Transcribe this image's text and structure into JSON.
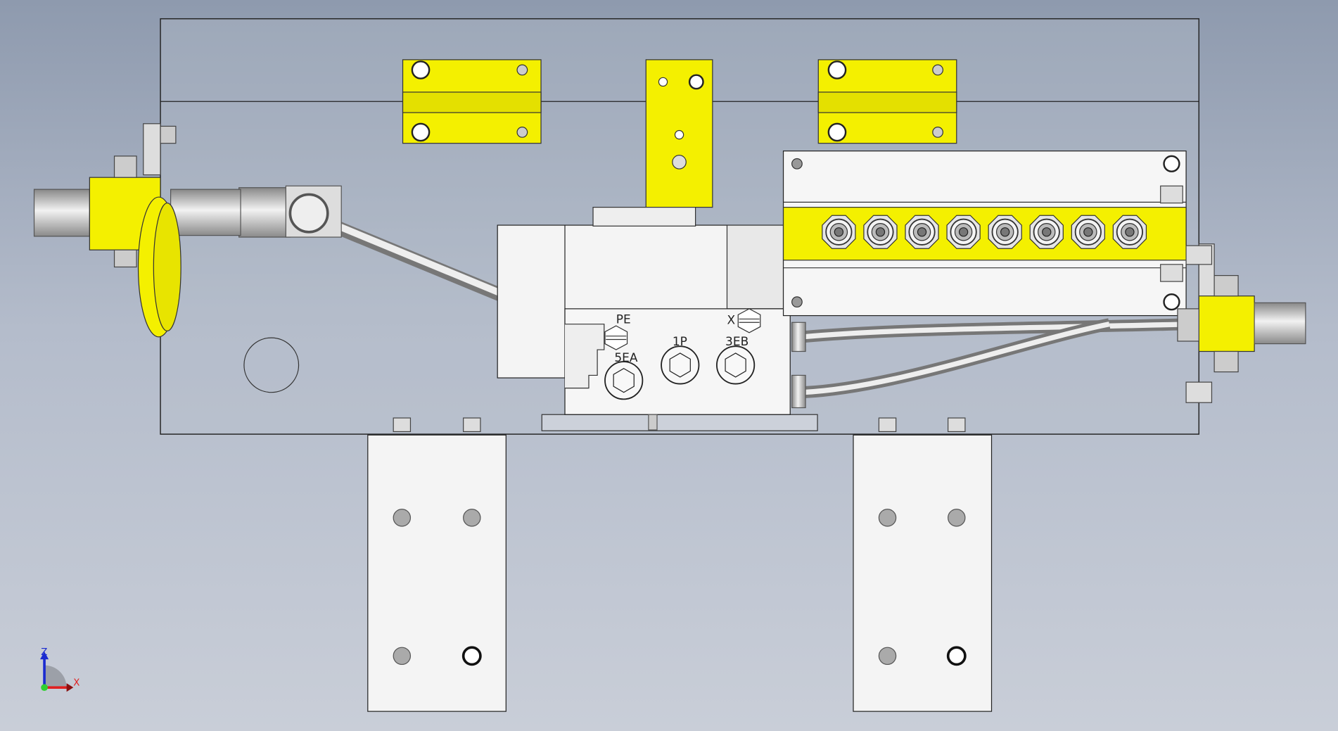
{
  "port_labels": {
    "pe": "PE",
    "x": "X",
    "5ea": "5EA",
    "1p": "1P",
    "3eb": "3EB"
  },
  "triad": {
    "z": "Z",
    "x": "X"
  },
  "colors": {
    "yellow": "#f4f000",
    "part": "#f4f4f4",
    "edge": "#1a1a1a",
    "x_axis": "#e02020",
    "z_axis": "#1a2ad0",
    "origin": "#30d030"
  },
  "cable_glands_count": 8
}
